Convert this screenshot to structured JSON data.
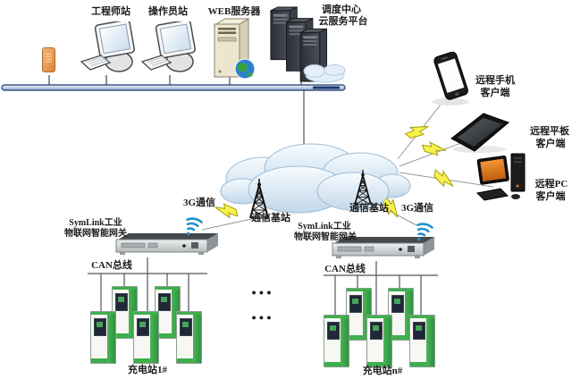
{
  "top_bus": {
    "engineer_label": "工程师站",
    "operator_label": "操作员站",
    "web_server_label": "WEB服务器",
    "dispatch_label_line1": "调度中心",
    "dispatch_label_line2": "云服务平台"
  },
  "wireless": {
    "base_station_left": "通信基站",
    "base_station_right": "通信基站",
    "g3_left": "3G通信",
    "g3_right": "3G通信"
  },
  "clients": {
    "phone_line1": "远程手机",
    "phone_line2": "客户端",
    "tablet_line1": "远程平板",
    "tablet_line2": "客户端",
    "pc_line1": "远程PC",
    "pc_line2": "客户端"
  },
  "gateways": {
    "left_line1": "SymLink工业",
    "left_line2": "物联网智能网关",
    "right_line1": "SymLink工业",
    "right_line2": "物联网智能网关"
  },
  "stations": {
    "can_left": "CAN总线",
    "can_right": "CAN总线",
    "left_label": "充电站1#",
    "right_label": "充电站n#",
    "ellipsis_row1": "●●●",
    "ellipsis_row2": "●●●"
  },
  "icons": {
    "network_card": "orange-network-card",
    "workstation": "desktop-computer",
    "web_server": "tower-server-with-globe",
    "dispatch_servers": "three-dark-server-towers-with-cloud",
    "cloud": "network-cloud",
    "base_station": "lattice-antenna-tower",
    "gateway": "rackmount-gateway-device",
    "wifi": "wifi-signal-arcs",
    "lightning": "wireless-link-bolt",
    "phone": "smartphone",
    "tablet": "tablet",
    "pc": "desktop-pc-orange-screen",
    "charging_pile": "green-charging-pile"
  },
  "colors": {
    "bus_navy": "#1d3a6e",
    "bolt_yellow": "#f6f24b",
    "wifi_blue": "#1f8fd0",
    "pile_green": "#3fae4c",
    "cloud_fill": "#dfecf7",
    "card_orange": "#e8924a",
    "pc_screen_orange": "#e07820"
  }
}
